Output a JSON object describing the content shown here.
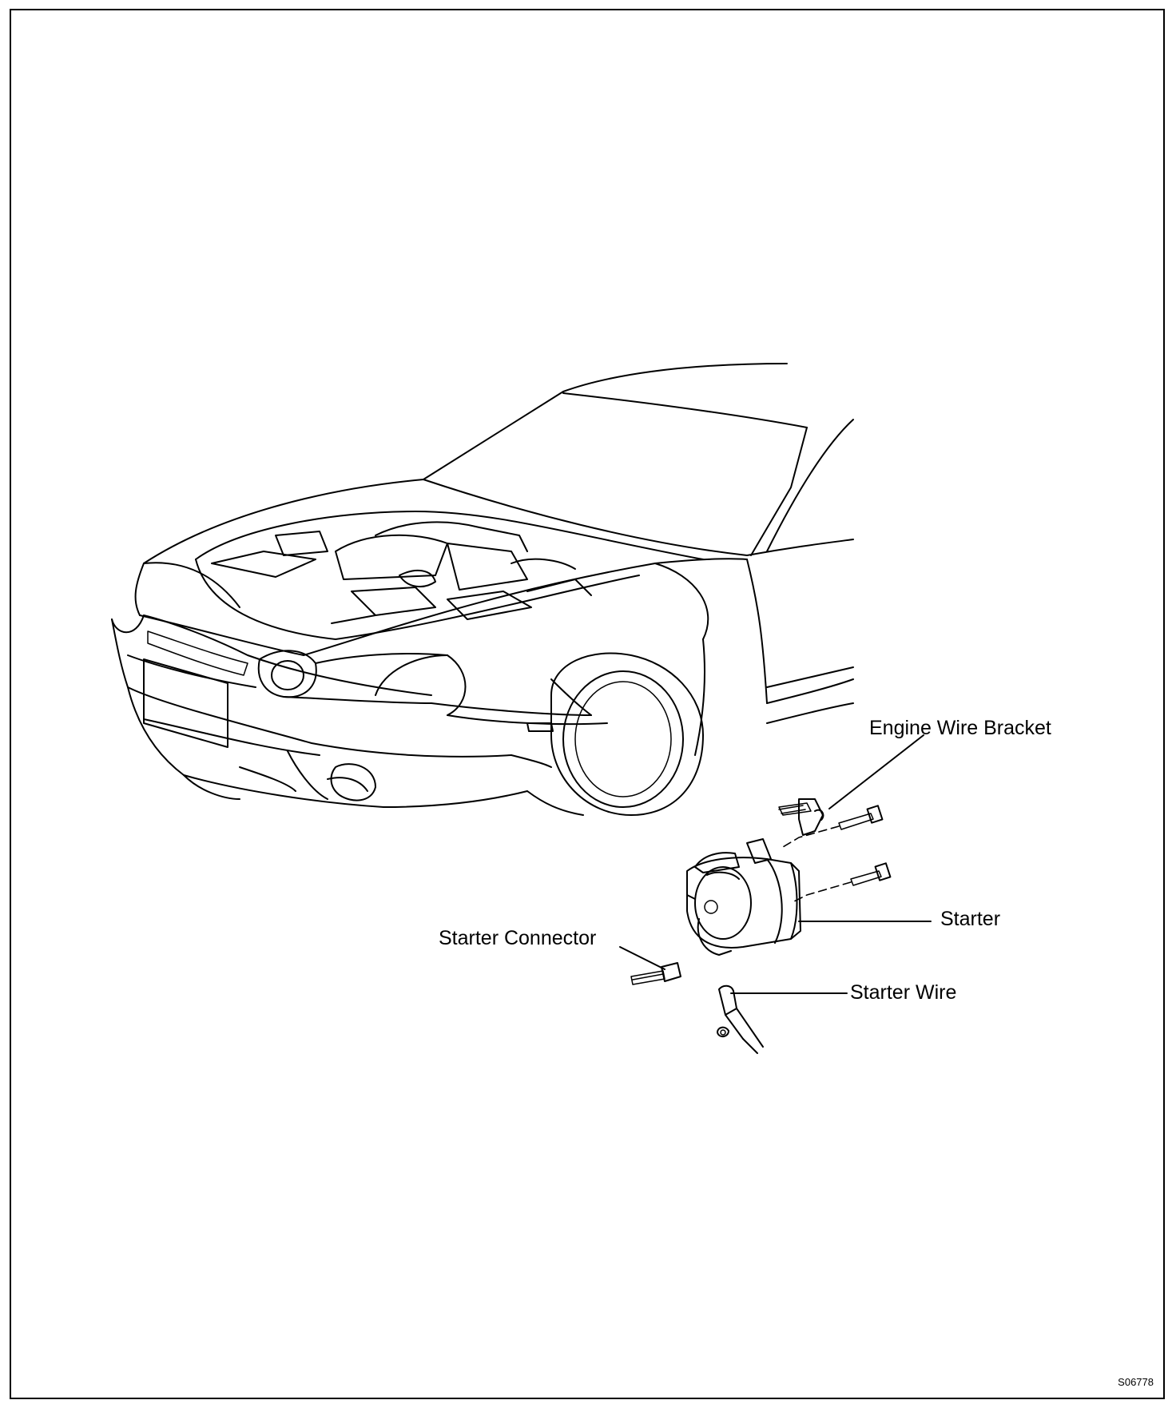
{
  "labels": {
    "engine_wire_bracket": "Engine Wire Bracket",
    "starter": "Starter",
    "starter_connector": "Starter Connector",
    "starter_wire": "Starter Wire"
  },
  "figure_code": "S06778"
}
